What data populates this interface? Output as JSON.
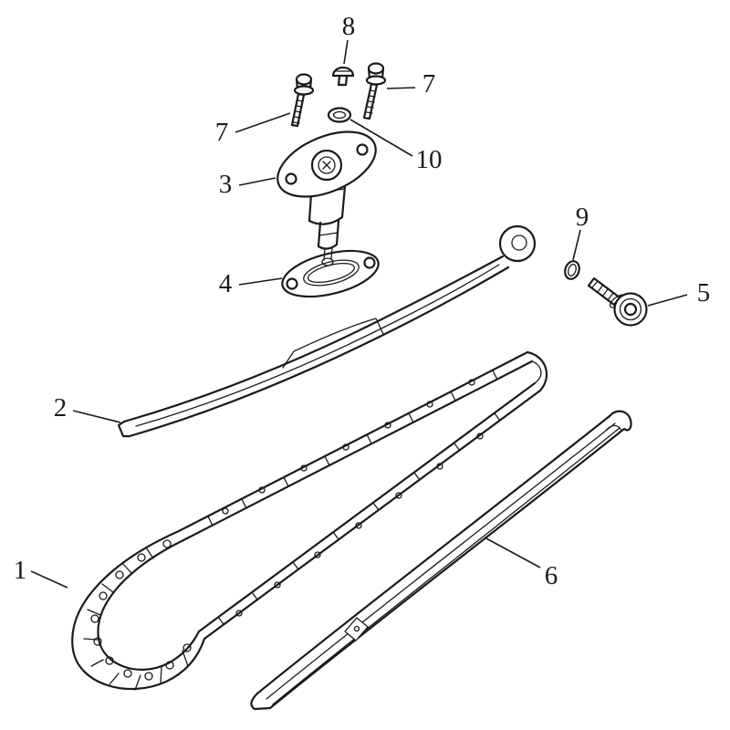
{
  "diagram": {
    "background_color": "#ffffff",
    "line_color": "#1b1b1b",
    "labels": [
      {
        "text": "1",
        "part": "cam-chain"
      },
      {
        "text": "2",
        "part": "chain-guide-blade-front"
      },
      {
        "text": "3",
        "part": "cam-chain-tensioner"
      },
      {
        "text": "4",
        "part": "tensioner-gasket"
      },
      {
        "text": "5",
        "part": "sealing-bolt"
      },
      {
        "text": "6",
        "part": "chain-guide-rail-rear"
      },
      {
        "text": "7",
        "part": "flange-bolt-left"
      },
      {
        "text": "7",
        "part": "flange-bolt-right"
      },
      {
        "text": "8",
        "part": "cap-screw"
      },
      {
        "text": "9",
        "part": "o-ring"
      },
      {
        "text": "10",
        "part": "washer"
      }
    ]
  }
}
